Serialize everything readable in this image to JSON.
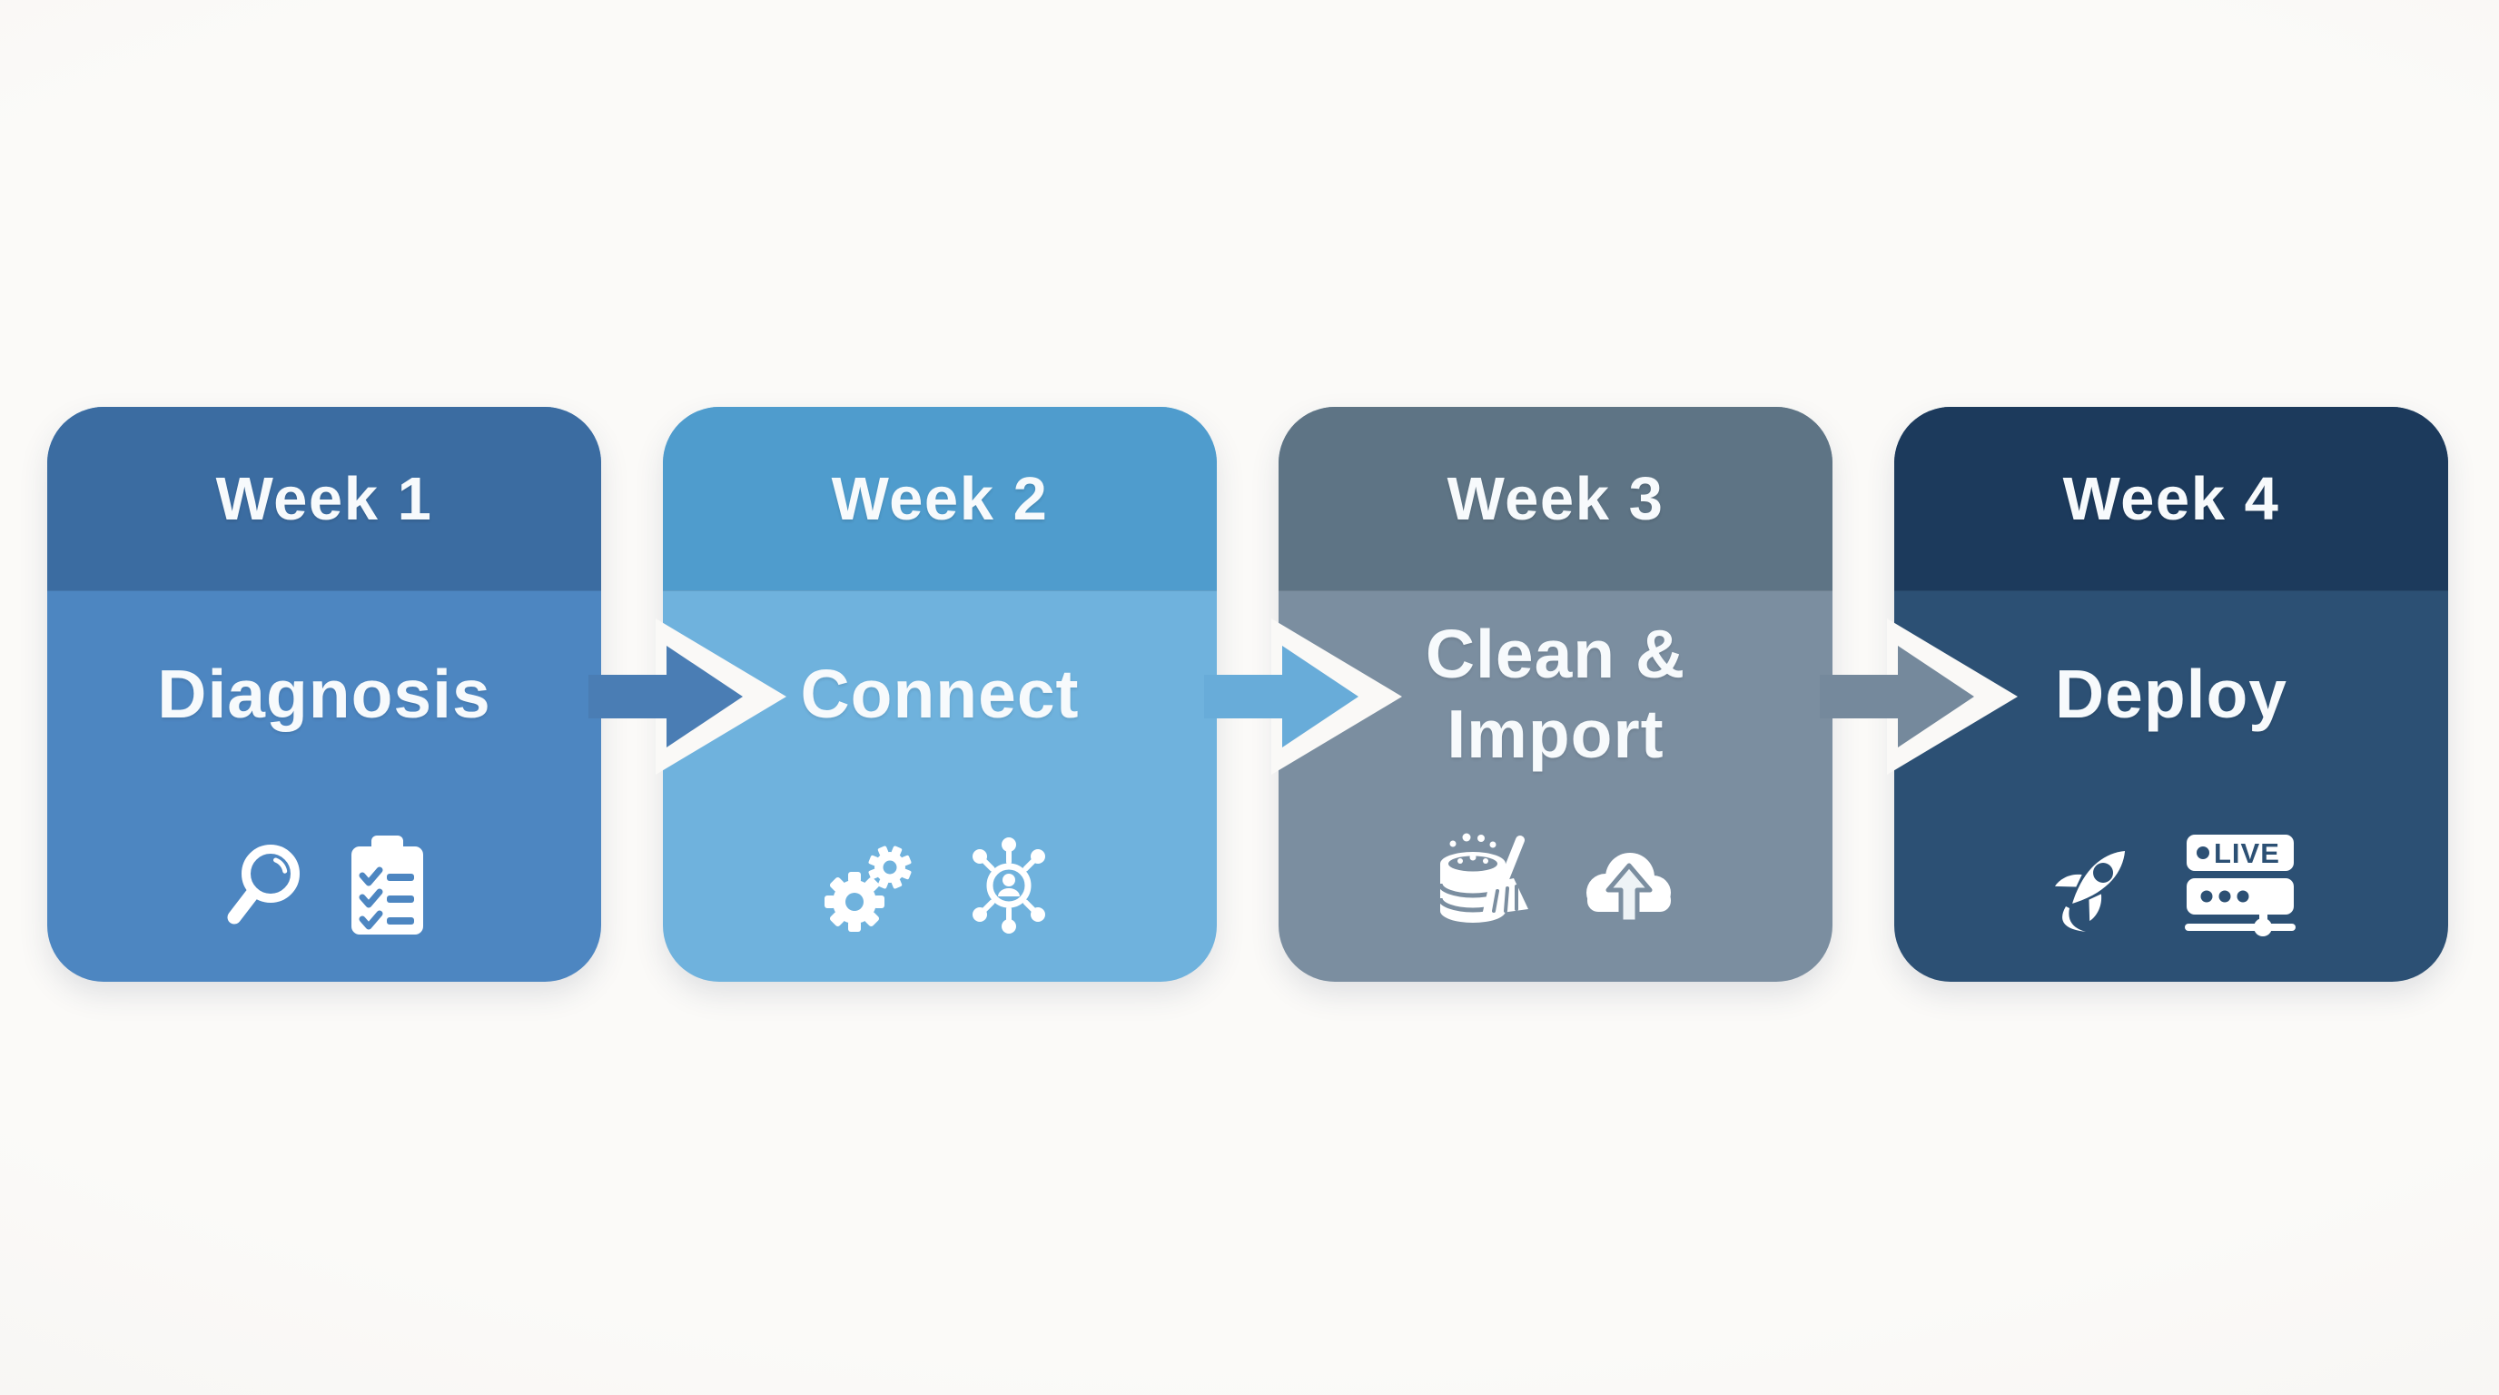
{
  "page": {
    "background_color": "#faf9f7",
    "text_color": "#f7fafc"
  },
  "steps": [
    {
      "week_label": "Week 1",
      "title": "Diagnosis",
      "header_color": "#3b6ca1",
      "body_color": "#4d86c1",
      "icons": [
        "magnifier-icon",
        "clipboard-checklist-icon"
      ]
    },
    {
      "week_label": "Week 2",
      "title": "Connect",
      "header_color": "#4f9ccd",
      "body_color": "#6fb2dd",
      "icons": [
        "gears-icon",
        "network-hub-icon"
      ]
    },
    {
      "week_label": "Week 3",
      "title": "Clean & Import",
      "header_color": "#5e7485",
      "body_color": "#7b8ea0",
      "icons": [
        "database-clean-icon",
        "cloud-upload-icon"
      ]
    },
    {
      "week_label": "Week 4",
      "title": "Deploy",
      "header_color": "#1c3a5c",
      "body_color": "#2c5074",
      "icons": [
        "rocket-icon",
        "live-server-icon"
      ],
      "badge_label": "LIVE"
    }
  ],
  "connectors": [
    {
      "color": "#4a7db4"
    },
    {
      "color": "#68acd9"
    },
    {
      "color": "#75899c"
    }
  ],
  "notch_color": "#faf9f7"
}
